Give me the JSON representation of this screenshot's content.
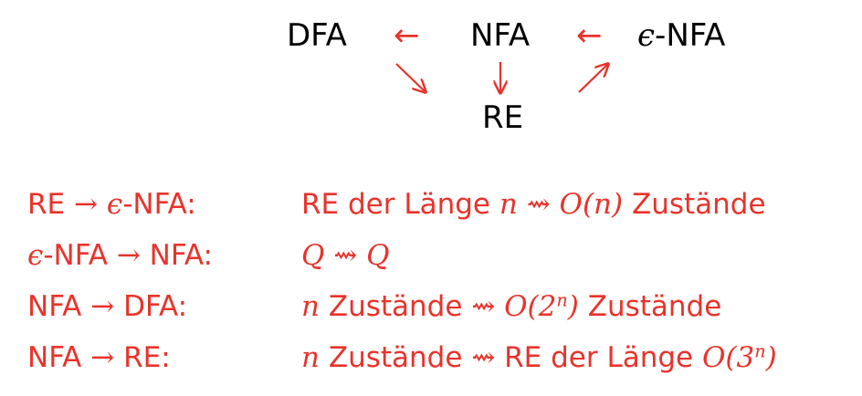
{
  "colors": {
    "node_text": "#000000",
    "accent": "#e8332b"
  },
  "diagram": {
    "nodes": {
      "dfa": "DFA",
      "nfa": "NFA",
      "enfa_eps": "ϵ",
      "enfa_rest": "-NFA",
      "re": "RE"
    },
    "arrows": {
      "nfa_to_dfa": "←",
      "enfa_to_nfa": "←"
    }
  },
  "conversions": [
    {
      "from": "RE",
      "to_eps": "ϵ",
      "to": "-NFA",
      "colon": ":",
      "rhs_a": "RE der Länge",
      "rhs_var": "n",
      "rhs_leadsto": "⇝",
      "rhs_b": "O(n)",
      "rhs_c": "Zustände"
    },
    {
      "from_eps": "ϵ",
      "from": "-NFA",
      "to": "NFA",
      "colon": ":",
      "rhs_a": "Q",
      "rhs_leadsto": "⇝",
      "rhs_b": "Q"
    },
    {
      "from": "NFA",
      "to": "DFA",
      "colon": ":",
      "rhs_var": "n",
      "rhs_a": "Zustände",
      "rhs_leadsto": "⇝",
      "rhs_b_pre": "O(2",
      "rhs_b_sup": "n",
      "rhs_b_post": ")",
      "rhs_c": "Zustände"
    },
    {
      "from": "NFA",
      "to": "RE",
      "colon": ":",
      "rhs_var": "n",
      "rhs_a": "Zustände",
      "rhs_leadsto": "⇝",
      "rhs_b": "RE der Länge",
      "rhs_c_pre": "O(3",
      "rhs_c_sup": "n",
      "rhs_c_post": ")"
    }
  ],
  "symbols": {
    "right_arrow": "→"
  }
}
